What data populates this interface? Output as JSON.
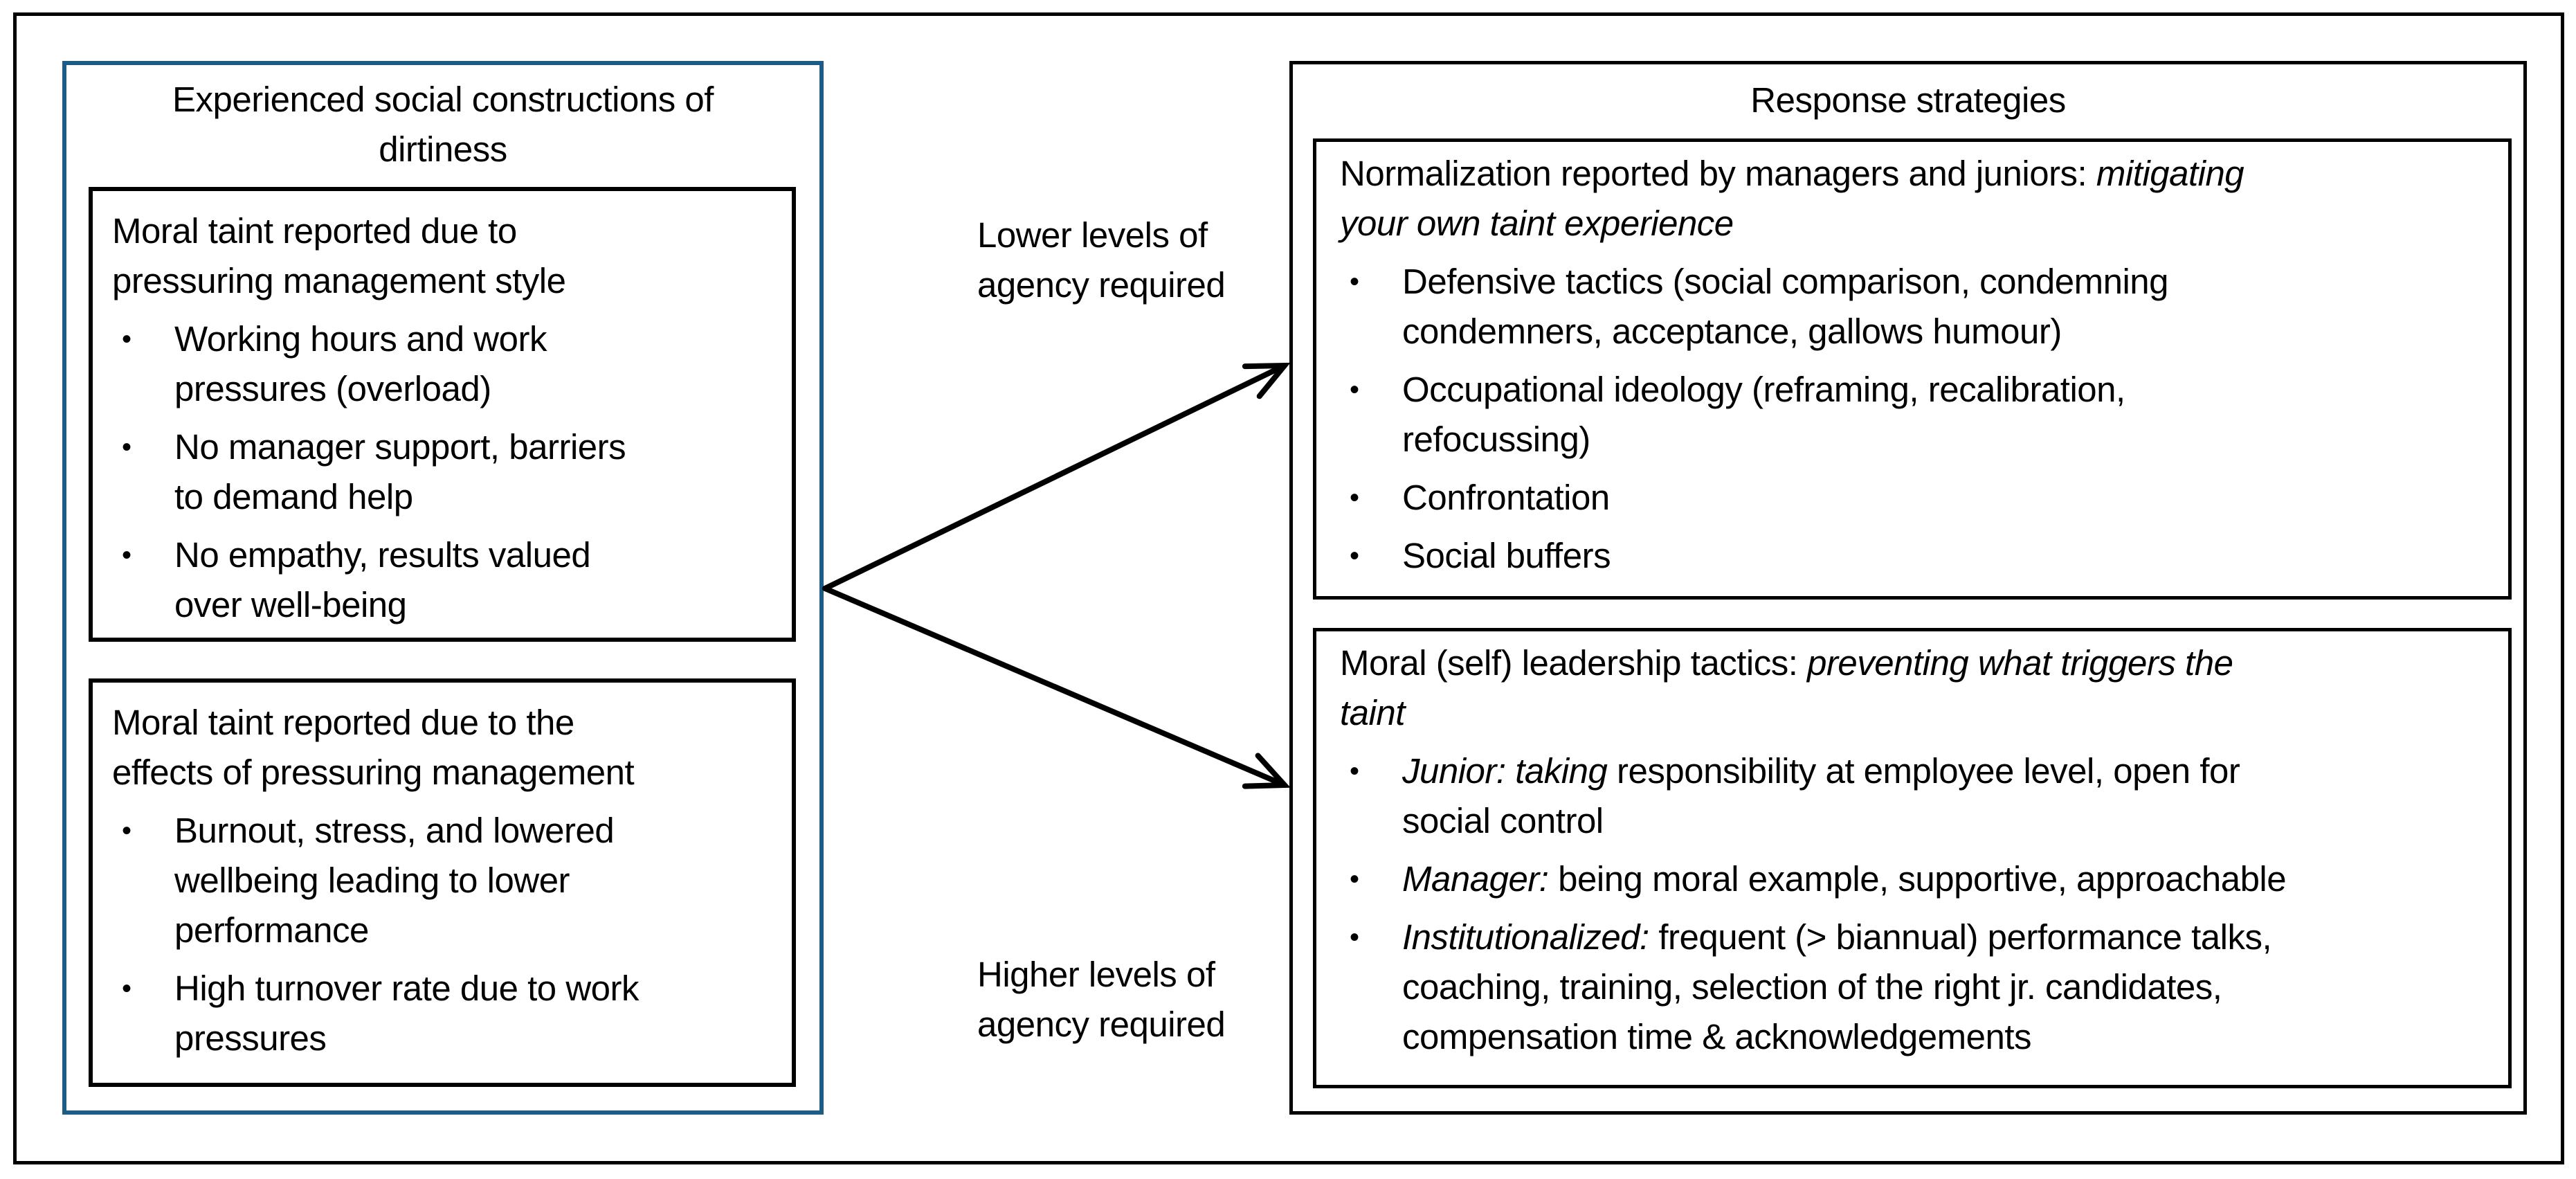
{
  "colors": {
    "accent_border": "#1e5c85",
    "box_border": "#000000",
    "text": "#000000",
    "background": "#ffffff"
  },
  "bullet_char": "•",
  "left_panel": {
    "title": "Experienced social constructions of\ndirtiness",
    "box1": {
      "title": "Moral taint reported due to\npressuring management style",
      "bullets": [
        "Working hours and work\npressures (overload)",
        "No manager support, barriers\nto demand help",
        "No empathy, results valued\nover well-being"
      ]
    },
    "box2": {
      "title": "Moral taint reported due to the\neffects of pressuring management",
      "bullets": [
        "Burnout, stress, and lowered\nwellbeing leading to lower\nperformance",
        "High turnover rate due to work\npressures"
      ]
    }
  },
  "middle": {
    "upper_label": "Lower levels of\nagency required",
    "lower_label": "Higher levels of\nagency required"
  },
  "right_panel": {
    "title": "Response strategies",
    "box1": {
      "title_prefix": "Normalization reported by managers and juniors: ",
      "title_italic": "mitigating\nyour own taint experience",
      "bullets": [
        "Defensive tactics (social comparison, condemning\ncondemners, acceptance, gallows humour)",
        "Occupational ideology (reframing, recalibration,\nrefocussing)",
        "Confrontation",
        "Social buffers"
      ]
    },
    "box2": {
      "title_prefix": "Moral (self) leadership tactics: ",
      "title_italic": "preventing what triggers the\ntaint",
      "bullets": [
        {
          "head": "Junior: taking",
          "rest": " responsibility at employee level, open for\nsocial control"
        },
        {
          "head": "Manager:",
          "rest": " being moral example, supportive, approachable"
        },
        {
          "head": "Institutionalized:",
          "rest": " frequent (> biannual) performance talks,\ncoaching, training, selection of the right jr. candidates,\ncompensation time & acknowledgements"
        }
      ]
    }
  }
}
